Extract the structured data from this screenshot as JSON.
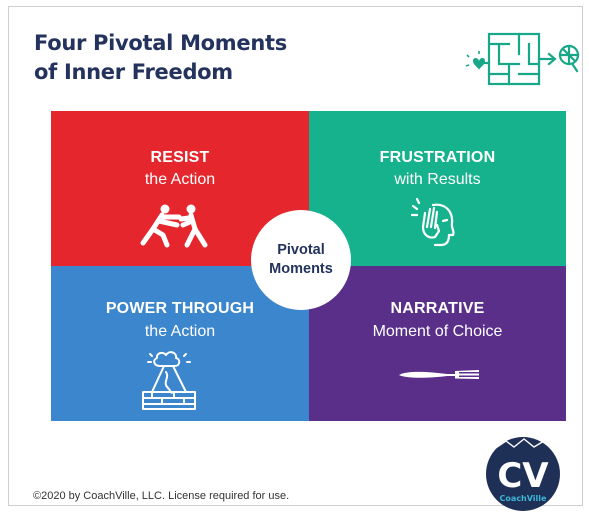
{
  "title": {
    "line1": "Four Pivotal Moments",
    "line2": "of Inner Freedom"
  },
  "center": {
    "line1": "Pivotal",
    "line2": "Moments"
  },
  "quadrants": [
    {
      "heading": "RESIST",
      "sub": "the Action",
      "color": "#e5272d",
      "icon": "pushing-figures-icon"
    },
    {
      "heading": "FRUSTRATION",
      "sub": "with Results",
      "color": "#16b28e",
      "icon": "facepalm-icon"
    },
    {
      "heading": "POWER THROUGH",
      "sub": "the Action",
      "color": "#3b86cc",
      "icon": "volcano-icon"
    },
    {
      "heading": "NARRATIVE",
      "sub": "Moment of Choice",
      "color": "#5a2f8a",
      "icon": "fork-icon"
    }
  ],
  "footer": {
    "copyright": "©2020 by CoachVille, LLC. License required for use."
  },
  "logo": {
    "letters": "CV",
    "brand": "CoachVille",
    "color": "#1f3057",
    "accent": "#3bb6d6"
  },
  "colors": {
    "title": "#24335e",
    "maze": "#18a889"
  }
}
